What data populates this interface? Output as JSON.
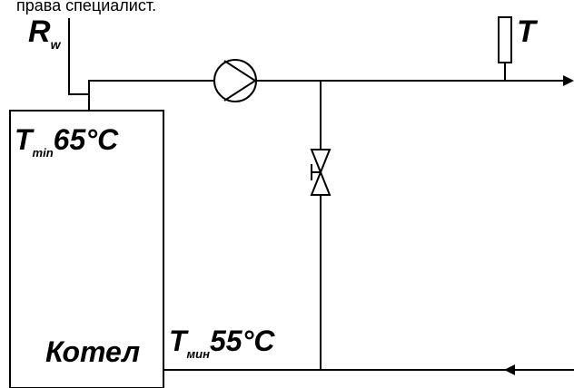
{
  "top_caption": "права специалист.",
  "sensor_label": "T",
  "rw": {
    "main": "R",
    "sub": "w"
  },
  "tmin_top": {
    "main": "T",
    "sub": "min",
    "value": "65°C"
  },
  "tmin_bottom": {
    "main": "T",
    "sub": "мин",
    "value": "55°C"
  },
  "boiler_label": "Котел",
  "colors": {
    "line": "#000000",
    "background": "#ffffff"
  },
  "icons": [
    "pump-icon",
    "valve-icon",
    "temperature-sensor-icon",
    "arrow-right-icon",
    "arrow-left-icon"
  ]
}
